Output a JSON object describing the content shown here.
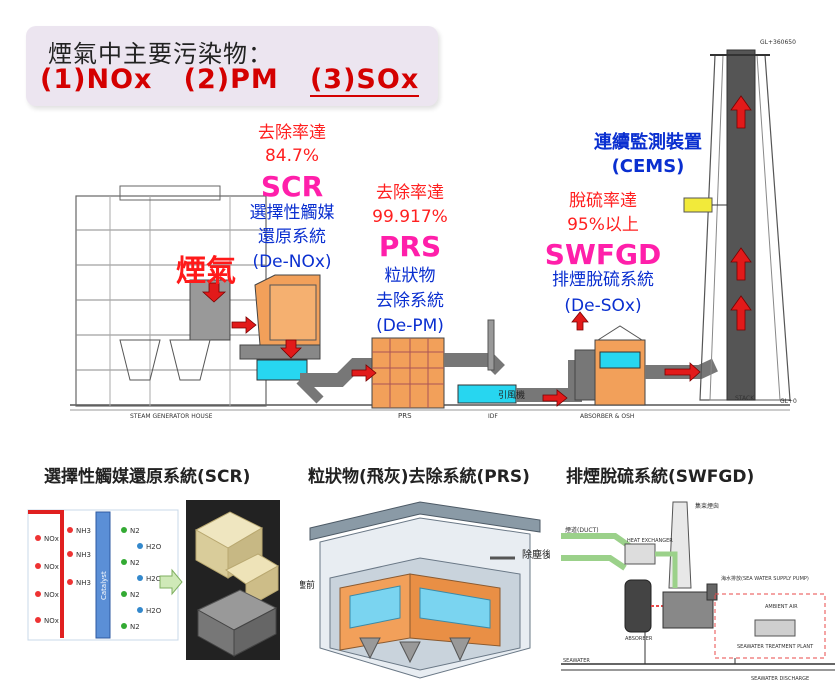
{
  "header": {
    "line1": "煙氣中主要污染物：",
    "line2_a": "(1)NOx",
    "line2_b": "(2)PM",
    "line2_c": "(3)SOx"
  },
  "scr": {
    "rate_label": "去除率達",
    "rate_value": "84.7%",
    "abbr": "SCR",
    "name1": "選擇性觸媒",
    "name2": "還原系統",
    "name3": "(De-NOx)"
  },
  "flue_gas_label": "煙氣",
  "prs": {
    "rate_label": "去除率達",
    "rate_value": "99.917%",
    "abbr": "PRS",
    "name1": "粒狀物",
    "name2": "去除系統",
    "name3": "(De-PM)"
  },
  "swfgd": {
    "rate_label": "脫硫率達",
    "rate_value": "95%以上",
    "abbr": "SWFGD",
    "name1": "排煙脫硫系統",
    "name2": "(De-SOx)"
  },
  "cems": {
    "name": "連續監測裝置",
    "abbr": "(CEMS)"
  },
  "drawing_labels": {
    "steam_gen": "STEAM GENERATOR HOUSE",
    "prs": "PRS",
    "idf": "IDF",
    "absorber": "ABSORBER & OSH",
    "stack": "STACK",
    "fan": "引風機",
    "stack_top": "GL+360650",
    "gl": "GL+0"
  },
  "bottom": {
    "scr_title": "選擇性觸媒還原系統(SCR)",
    "prs_title": "粒狀物(飛灰)去除系統(PRS)",
    "swfgd_title": "排煙脫硫系統(SWFGD)",
    "catalyst": "Catalyst",
    "scr_molecules": {
      "left": [
        "NOx",
        "NH3",
        "NOx",
        "NH3",
        "NOx",
        "NH3",
        "NOx"
      ],
      "right": [
        "N2",
        "H2O",
        "N2",
        "H2O",
        "N2",
        "H2O",
        "N2"
      ]
    },
    "prs_out_label": "除塵後",
    "prs_in_label": "除塵前",
    "swfgd_labels": {
      "duct": "煙道(DUCT)",
      "sea_water": "海水排放(SEA WATER SUPPLY PUMP)",
      "absorber": "ABSORBER",
      "treatment": "SEAWATER TREATMENT PLANT",
      "seawater": "SEAWATER",
      "discharge": "SEAWATER DISCHARGE",
      "heat_exchanger": "HEAT EXCHANGER",
      "ambient_air": "AMBIENT AIR"
    }
  },
  "colors": {
    "header_red": "#d40000",
    "rate_red": "#ff2020",
    "label_blue": "#0a2fd0",
    "abbr_magenta": "#ff1faa",
    "arrow_red": "#e21a1a",
    "scr_orange": "#f2a05a",
    "duct_gray": "#777777",
    "cyan": "#27d6f0"
  }
}
